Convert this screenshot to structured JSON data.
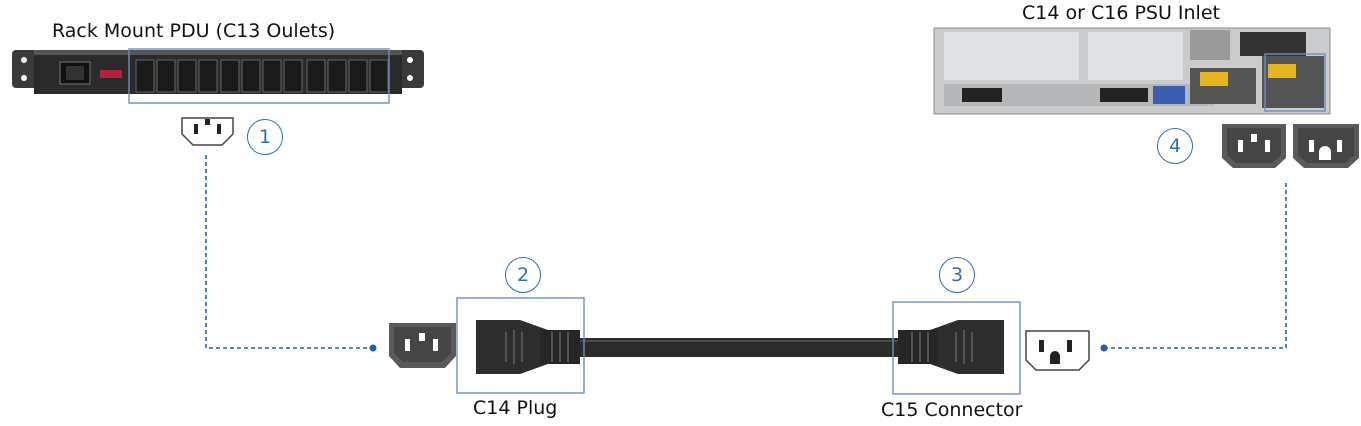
{
  "labels": {
    "pdu": "Rack Mount PDU (C13 Oulets)",
    "psu": "C14 or C16 PSU Inlet",
    "c14": "C14 Plug",
    "c15": "C15 Connector"
  },
  "steps": [
    "1",
    "2",
    "3",
    "4"
  ],
  "colors": {
    "accent": "#2f6fb3",
    "cable": "#2b2b2b",
    "dash": "#1f5fb4"
  },
  "icons": [
    "c13-outlet-icon",
    "c14-inlet-icon",
    "c15-connector-icon",
    "c16-inlet-icon"
  ]
}
